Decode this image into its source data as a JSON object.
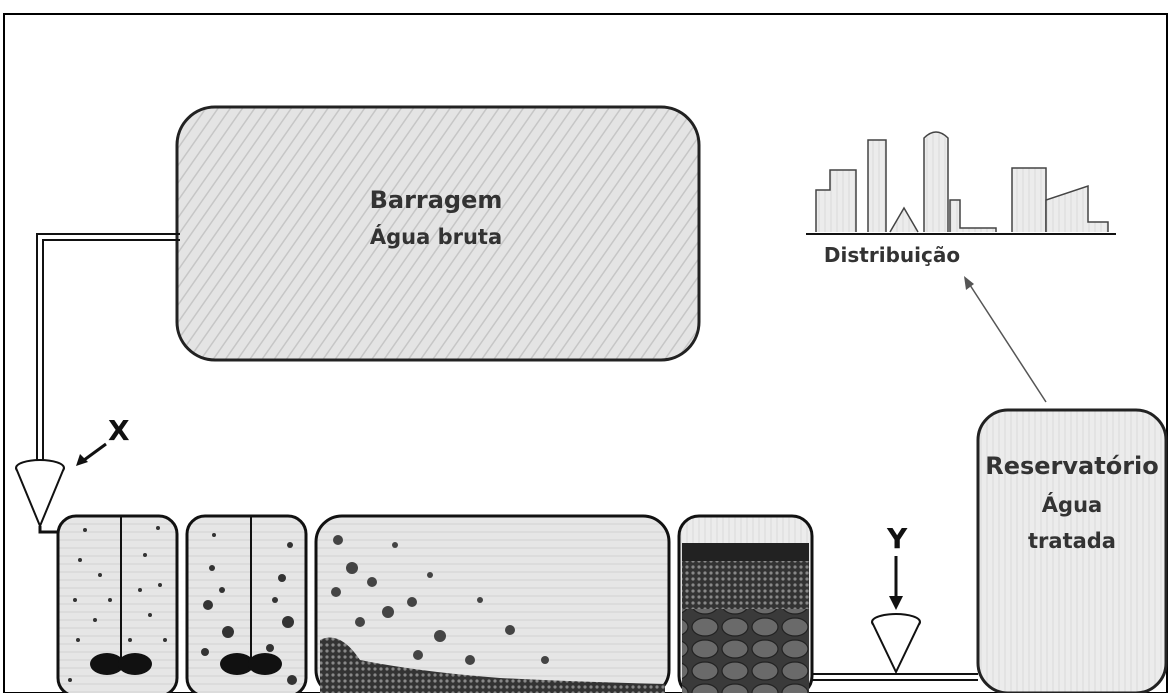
{
  "dam": {
    "line1": "Barragem",
    "line2": "Água bruta"
  },
  "reservoir": {
    "line1": "Reservatório",
    "line2": "Água",
    "line3": "tratada"
  },
  "distribution": {
    "label": "Distribuição"
  },
  "markers": {
    "x": "X",
    "y": "Y"
  }
}
